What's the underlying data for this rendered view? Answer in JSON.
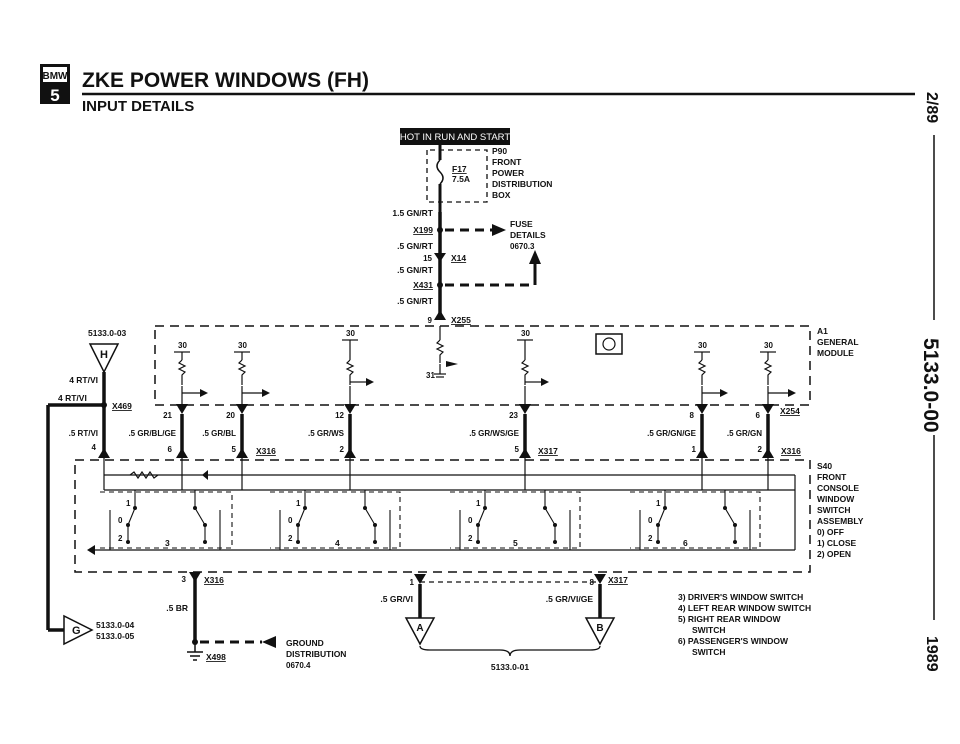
{
  "header": {
    "logo_top": "BMW",
    "logo_bottom": "5",
    "title": "ZKE POWER WINDOWS (FH)",
    "subtitle": "INPUT DETAILS"
  },
  "side": {
    "date": "2/89",
    "section": "5133.0-00",
    "year": "1989"
  },
  "banner": "HOT IN RUN AND START",
  "fuse": {
    "id": "F17",
    "amps": "7.5A"
  },
  "p90": [
    "P90",
    "FRONT",
    "POWER",
    "DISTRIBUTION",
    "BOX"
  ],
  "fuse_details": [
    "FUSE",
    "DETAILS",
    "0670.3"
  ],
  "feed": {
    "w1": "1.5 GN/RT",
    "x199": "X199",
    "w2": ".5 GN/RT",
    "pin15": "15",
    "x14": "X14",
    "w3": ".5 GN/RT",
    "x431": "X431",
    "w4": ".5 GN/RT",
    "pin9": "9",
    "x255": "X255"
  },
  "a1": [
    "A1",
    "GENERAL",
    "MODULE"
  ],
  "a1_pins": [
    "30",
    "30",
    "30",
    "30",
    "30",
    "30"
  ],
  "ground_31": "31",
  "module_pins": [
    "21",
    "20",
    "12",
    "23",
    "8",
    "6"
  ],
  "x254": "X254",
  "left": {
    "ref_h": "5133.0-03",
    "letter_h": "H",
    "w1": "4 RT/VI",
    "w2": "4 RT/VI",
    "x469": "X469",
    "w3": ".5 RT/VI",
    "pin4": "4",
    "ref_g1": "5133.0-04",
    "ref_g2": "5133.0-05",
    "letter_g": "G"
  },
  "wires_mid": [
    ".5 GR/BL/GE",
    ".5 GR/BL",
    ".5 GR/WS",
    ".5 GR/WS/GE",
    ".5 GR/GN/GE",
    ".5 GR/GN"
  ],
  "x316_pins": [
    "6",
    "5",
    "2"
  ],
  "x316": "X316",
  "x317_pins": [
    "5",
    "1"
  ],
  "x317": "X317",
  "x316b_pins": [
    "2"
  ],
  "x316b": "X316",
  "s40": [
    "S40",
    "FRONT",
    "CONSOLE",
    "WINDOW",
    "SWITCH",
    "ASSEMBLY",
    "0) OFF",
    "1) CLOSE",
    "2) OPEN"
  ],
  "switch_positions": {
    "one": "1",
    "zero": "0",
    "two": "2"
  },
  "switch_nums": [
    "3",
    "4",
    "5",
    "6"
  ],
  "bottom": {
    "pin3": "3",
    "x316c": "X316",
    "w_br": ".5 BR",
    "ground_lines": [
      "GROUND",
      "DISTRIBUTION",
      "0670.4"
    ],
    "x498": "X498",
    "pin1": "1",
    "pin8": "8",
    "x317b": "X317",
    "w_a": ".5 GR/VI",
    "w_b": ".5 GR/VI/GE",
    "letter_a": "A",
    "letter_b": "B",
    "ref_ab": "5133.0-01"
  },
  "legend": [
    "3) DRIVER'S WINDOW SWITCH",
    "4) LEFT REAR WINDOW SWITCH",
    "5) RIGHT REAR WINDOW",
    "SWITCH",
    "6) PASSENGER'S WINDOW",
    "SWITCH"
  ]
}
